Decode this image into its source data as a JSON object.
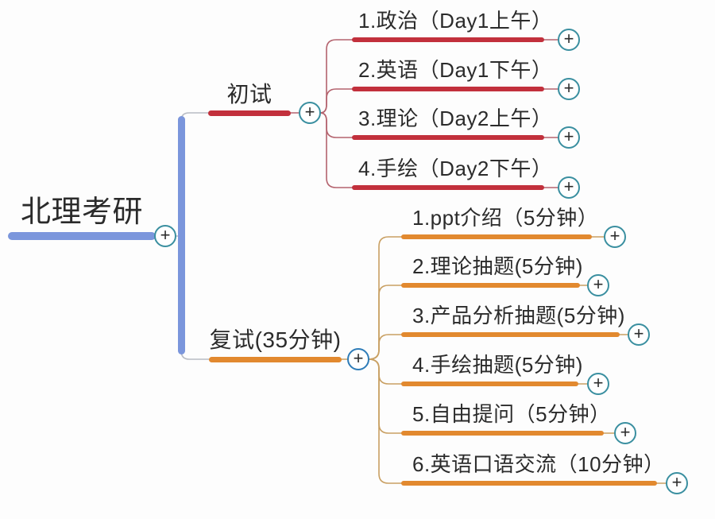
{
  "mindmap": {
    "root": {
      "label": "北理考研"
    },
    "branches": [
      {
        "label": "初试",
        "children": [
          {
            "label": "1.政治（Day1上午）"
          },
          {
            "label": "2.英语（Day1下午）"
          },
          {
            "label": "3.理论（Day2上午）"
          },
          {
            "label": "4.手绘（Day2下午）"
          }
        ]
      },
      {
        "label": "复试(35分钟)",
        "children": [
          {
            "label": "1.ppt介绍（5分钟）"
          },
          {
            "label": "2.理论抽题(5分钟)"
          },
          {
            "label": "3.产品分析抽题(5分钟)"
          },
          {
            "label": "4.手绘抽题(5分钟)"
          },
          {
            "label": "5.自由提问（5分钟）"
          },
          {
            "label": "6.英语口语交流（10分钟）"
          }
        ]
      }
    ]
  },
  "icons": {
    "plus": "+"
  },
  "colors": {
    "root_bar": "#7b96dc",
    "branch1_bar": "#c2303c",
    "branch2_bar": "#e2892f",
    "plus_border_teal": "#3a8fa0",
    "plus_border_blue": "#2e7cb8",
    "connector_gray": "#b8bcc4",
    "connector_red": "#b4636e",
    "connector_tan": "#c9a063",
    "text": "#2b2b2b",
    "background": "#ffffff"
  }
}
